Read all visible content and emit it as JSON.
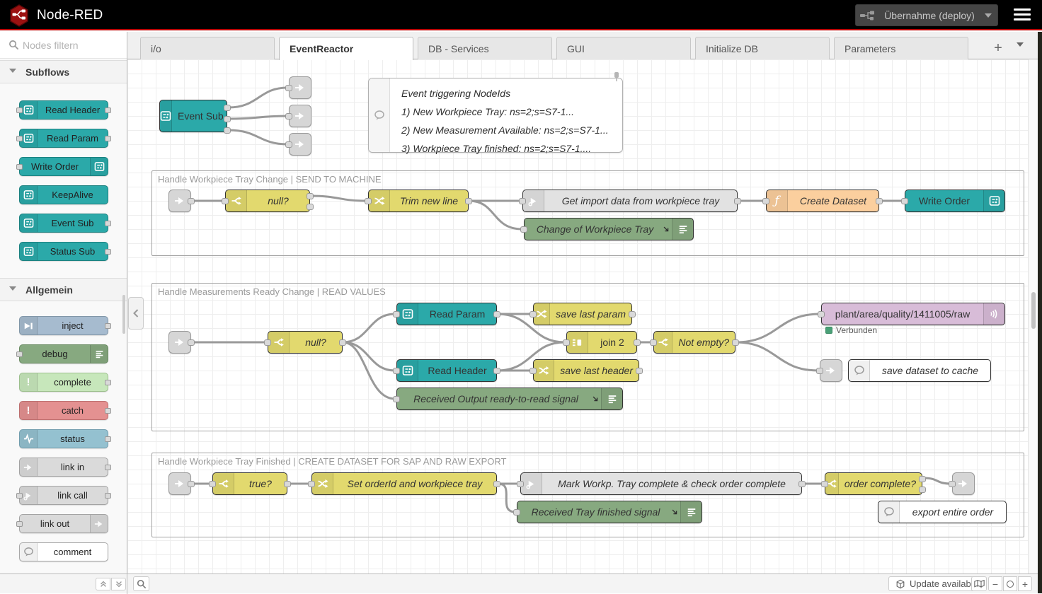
{
  "header": {
    "title": "Node-RED",
    "deploy_label": "Übernahme (deploy)"
  },
  "palette": {
    "search_placeholder": "Nodes filtern",
    "subflows_label": "Subflows",
    "general_label": "Allgemein",
    "subflows": [
      {
        "label": "Read Header"
      },
      {
        "label": "Read Param"
      },
      {
        "label": "Write Order"
      },
      {
        "label": "KeepAlive"
      },
      {
        "label": "Event Sub"
      },
      {
        "label": "Status Sub"
      }
    ],
    "general": [
      {
        "label": "inject"
      },
      {
        "label": "debug"
      },
      {
        "label": "complete"
      },
      {
        "label": "catch"
      },
      {
        "label": "status"
      },
      {
        "label": "link in"
      },
      {
        "label": "link call"
      },
      {
        "label": "link out"
      },
      {
        "label": "comment"
      }
    ]
  },
  "tabs": [
    {
      "label": "i/o"
    },
    {
      "label": "EventReactor"
    },
    {
      "label": "DB - Services"
    },
    {
      "label": "GUI"
    },
    {
      "label": "Initialize DB"
    },
    {
      "label": "Parameters"
    }
  ],
  "tabbar": {
    "add": "+"
  },
  "flow": {
    "note": {
      "lines": [
        "Event triggering NodeIds",
        "1) New Workpiece Tray: ns=2;s=S7-1...",
        "2) New Measurement Available: ns=2;s=S7-1...",
        "3) Workpiece Tray finished: ns=2;s=S7-1...."
      ]
    },
    "groups": [
      {
        "label": "Handle Workpiece Tray Change | SEND TO MACHINE"
      },
      {
        "label": "Handle Measurements Ready Change | READ VALUES"
      },
      {
        "label": "Handle Workpiece Tray Finished | CREATE DATASET FOR SAP AND RAW EXPORT"
      }
    ],
    "nodes": {
      "event_sub": "Event Sub",
      "null1": "null?",
      "trim": "Trim new line",
      "get_import": "Get import data from workpiece tray",
      "create_dataset": "Create Dataset",
      "write_order": "Write Order",
      "debug_change": "Change of Workpiece Tray",
      "null2": "null?",
      "read_param": "Read Param",
      "read_header": "Read Header",
      "save_param": "save last param",
      "save_header": "save last header",
      "join2": "join 2",
      "not_empty": "Not empty?",
      "mqtt": "plant/area/quality/1411005/raw",
      "debug_ready": "Received Output ready-to-read signal",
      "comment_cache": "save dataset to cache",
      "true1": "true?",
      "set_orderid": "Set orderId and workpiece tray",
      "mark_tray": "Mark Workp. Tray complete & check order complete",
      "order_complete": "order complete?",
      "debug_finished": "Received Tray finished signal",
      "comment_export": "export entire order"
    },
    "mqtt_status": "Verbunden"
  },
  "footer": {
    "update": "Update available",
    "zoom_out": "−",
    "zoom_in": "+"
  }
}
